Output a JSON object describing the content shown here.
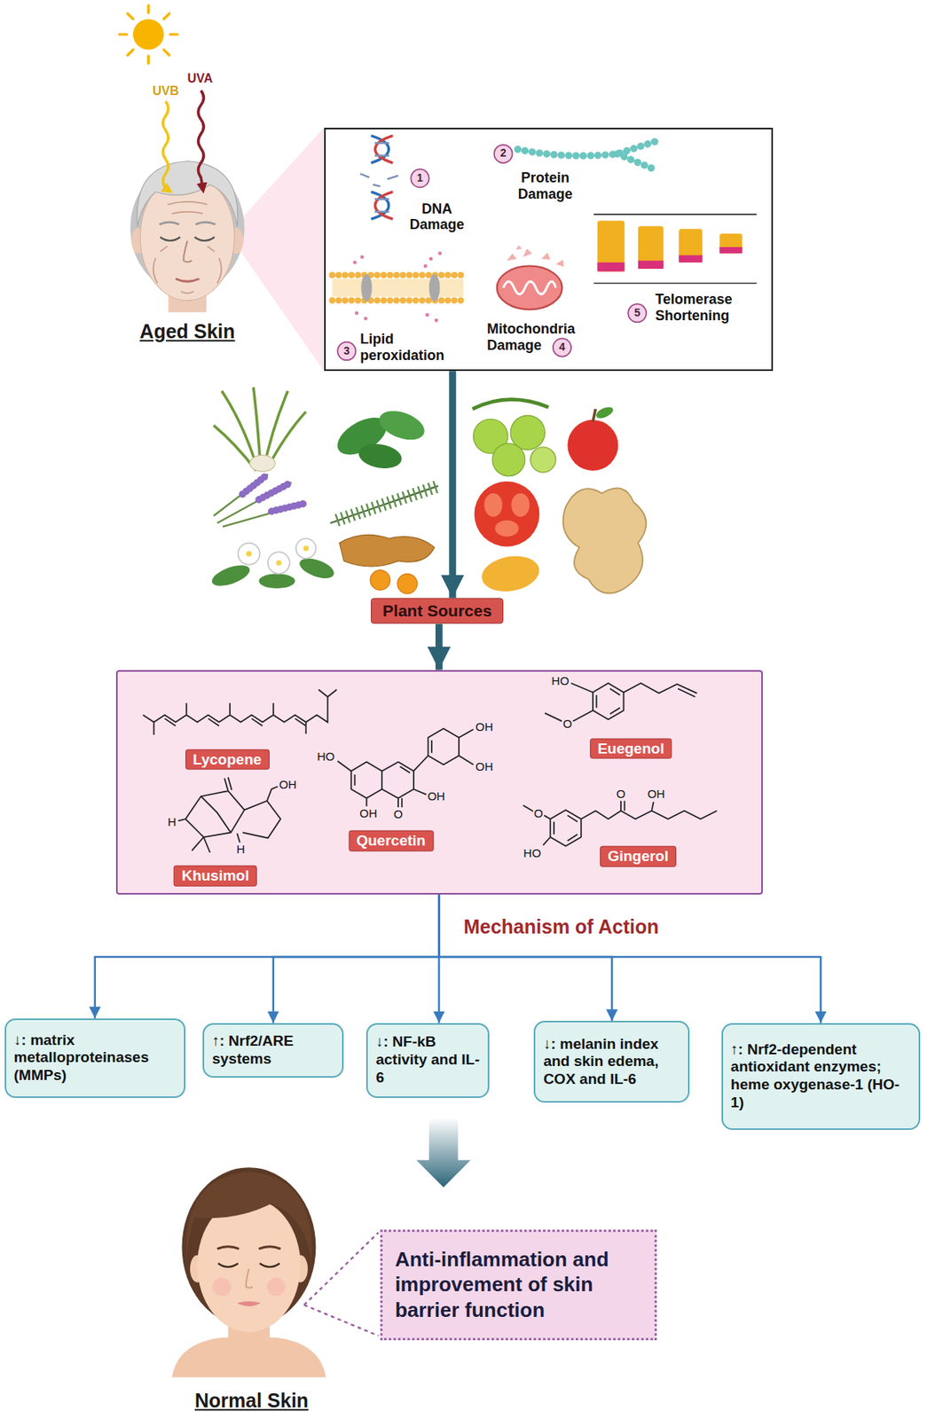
{
  "diagram": {
    "nodes": [
      {
        "text": [
          "DNA Damage",
          "Protein Damage",
          "Lipid peroxidation",
          "Mitochondria Damage",
          "Telomerase Shortening"
        ]
      },
      {
        "text": [
          "Plant Sources"
        ]
      },
      {
        "text": []
      },
      {
        "text": [
          "Lycopene"
        ],
        "in": 2
      },
      {
        "text": [
          "Euegenol"
        ],
        "in": 2
      },
      {
        "text": [
          "Quercetin"
        ],
        "in": 2
      },
      {
        "text": [
          "Khusimol"
        ],
        "in": 2
      },
      {
        "text": [
          "Gingerol"
        ],
        "in": 2
      },
      {
        "text": [
          "↓: matrix metalloproteinases (MMPs)"
        ]
      },
      {
        "text": [
          "↑: Nrf2/ARE systems"
        ]
      },
      {
        "text": [
          "↓: NF-kB activity and IL-6"
        ]
      },
      {
        "text": [
          "↓: melanin index and skin edema, COX and IL-6"
        ]
      },
      {
        "text": [
          "↑: Nrf2-dependent antioxidant enzymes; heme oxygenase-1 (HO-1)"
        ]
      },
      {
        "text": [
          "Anti-inflammation and improvement of skin barrier function"
        ]
      }
    ],
    "edges": [
      {
        "from": 0,
        "to": 1,
        "arrow": "to"
      },
      {
        "from": 1,
        "to": 2,
        "arrow": "to"
      },
      {
        "from": 2,
        "to": 8,
        "arrow": "to"
      },
      {
        "from": 2,
        "to": 9,
        "arrow": "to"
      },
      {
        "from": 2,
        "to": 10,
        "arrow": "to"
      },
      {
        "from": 2,
        "to": 11,
        "arrow": "to"
      },
      {
        "from": 2,
        "to": 12,
        "arrow": "to"
      }
    ],
    "labels": [
      "UVB",
      "UVA",
      "Aged Skin",
      "1",
      "2",
      "3",
      "4",
      "5",
      "HO",
      "O",
      "HO",
      "OH",
      "OH",
      "OH",
      "OH",
      "O",
      "OH",
      "H",
      "H",
      "O",
      "OH",
      "O",
      "HO",
      "Mechanism of Action",
      "Normal Skin"
    ]
  }
}
